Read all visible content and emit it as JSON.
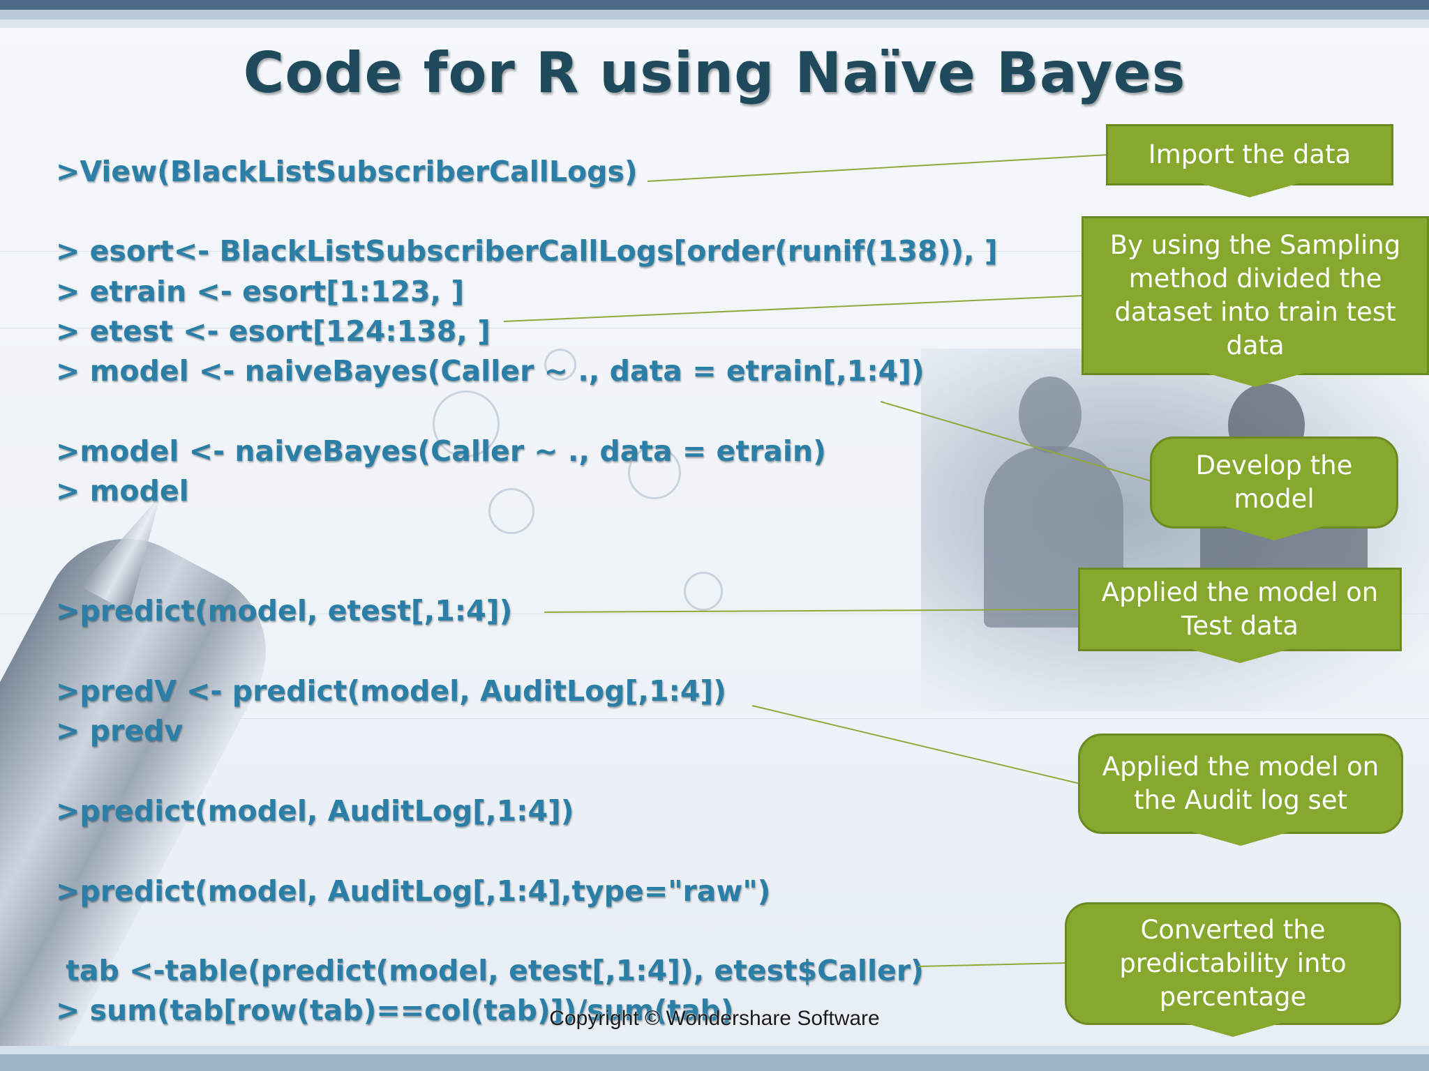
{
  "slide": {
    "title": "Code for R using Naïve Bayes",
    "code_lines": [
      ">View(BlackListSubscriberCallLogs)",
      "> esort<- BlackListSubscriberCallLogs[order(runif(138)), ]",
      "> etrain <- esort[1:123, ]",
      "> etest <- esort[124:138, ]",
      "> model <- naiveBayes(Caller ~ ., data = etrain[,1:4])",
      ">model <- naiveBayes(Caller ~ ., data = etrain)",
      "> model",
      ">predict(model, etest[,1:4])",
      ">predV <- predict(model, AuditLog[,1:4])",
      "> predv",
      ">predict(model, AuditLog[,1:4])",
      ">predict(model, AuditLog[,1:4],type=\"raw\")",
      " tab <-table(predict(model, etest[,1:4]), etest$Caller)",
      "> sum(tab[row(tab)==col(tab)])/sum(tab)"
    ],
    "callouts": [
      "Import the data",
      "By using the Sampling method divided the dataset into train test data",
      "Develop the model",
      "Applied the model on Test data",
      "Applied the model on the Audit log set",
      "Converted the predictability into percentage"
    ],
    "footer": "Copyright © Wondershare Software"
  },
  "colors": {
    "title": "#1e4a5c",
    "code": "#2b7fa6",
    "callout_fill": "#86a82f",
    "callout_border": "#6b8a1f",
    "connector": "#8fa83a"
  }
}
